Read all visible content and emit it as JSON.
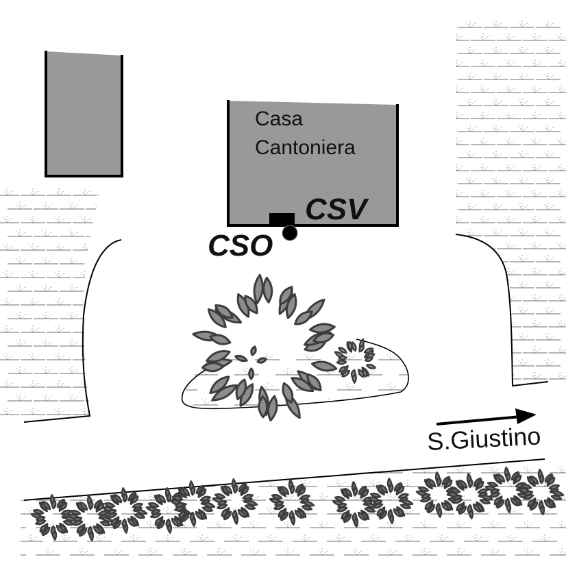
{
  "map": {
    "colors": {
      "background": "#ffffff",
      "building_fill": "#999999",
      "building_outline": "#000000",
      "vegetation_fill": "#8c8c8c",
      "vegetation_outline": "#3d3d3d",
      "grass_symbol": "#8a8a8a",
      "boundary_line": "#000000"
    },
    "buildings": [
      {
        "id": "small-building",
        "label": ""
      },
      {
        "id": "casa-cantoniera",
        "label_lines": [
          "Casa",
          "Cantoniera"
        ]
      }
    ],
    "labels": {
      "house_line1": "Casa",
      "house_line2": "Cantoniera",
      "csv": "CSV",
      "cso": "CSO",
      "direction": "S.Giustino"
    },
    "markers": [
      {
        "id": "CSV",
        "symbol": "square",
        "description": "CSV station marker"
      },
      {
        "id": "CSO",
        "symbol": "circle",
        "description": "CSO station marker"
      }
    ],
    "direction_arrow": {
      "toward": "S.Giustino",
      "pointing": "east"
    },
    "areas": [
      {
        "id": "grass-left",
        "type": "grassland"
      },
      {
        "id": "grass-right",
        "type": "grassland"
      },
      {
        "id": "flowerbed-center",
        "type": "flowerbed with shrubs"
      },
      {
        "id": "hedge-row-south",
        "type": "hedge row"
      }
    ]
  }
}
